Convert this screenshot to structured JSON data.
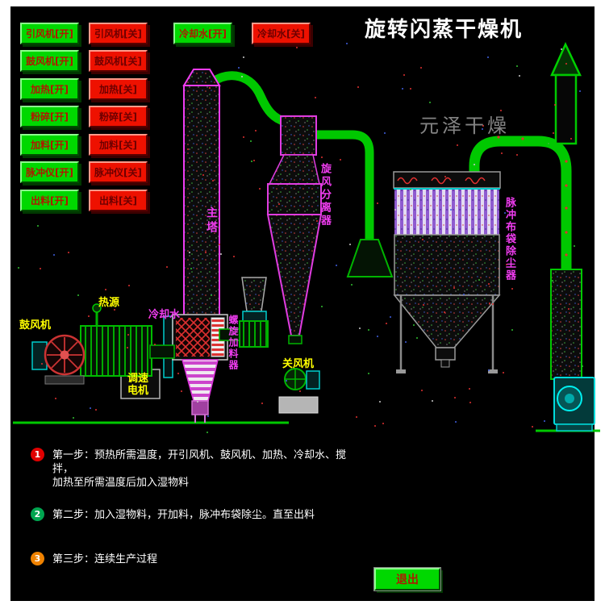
{
  "title": "旋转闪蒸干燥机",
  "watermark": "元泽干燥",
  "colors": {
    "button_green": "#00d800",
    "button_red": "#ee1100",
    "pipe_green": "#00c800",
    "magenta": "#f03cf0",
    "label_yellow": "#ffff00",
    "watermark_gray": "#9c9c9c",
    "step_badge_1": "#e00000",
    "step_badge_2": "#00a550",
    "step_badge_3": "#ef8200"
  },
  "controls": {
    "rows": [
      {
        "on": "引风机[开]",
        "off": "引风机[关]"
      },
      {
        "on": "鼓风机[开]",
        "off": "鼓风机[关]"
      },
      {
        "on": "加热[开]",
        "off": "加热[关]"
      },
      {
        "on": "粉碎[开]",
        "off": "粉碎[关]"
      },
      {
        "on": "加料[开]",
        "off": "加料[关]"
      },
      {
        "on": "脉冲仪[开]",
        "off": "脉冲仪[关]"
      },
      {
        "on": "出料[开]",
        "off": "出料[关]"
      }
    ],
    "cooling_on": "冷却水[开]",
    "cooling_off": "冷却水[关]"
  },
  "diagram": {
    "labels": {
      "tower": "主塔",
      "cyclone": "旋风分离器",
      "bag_filter": "脉冲布袋除尘器",
      "heat_source": "热源",
      "cooling_water": "冷却水",
      "blower": "鼓风机",
      "speed_motor": "调速电机",
      "screw_feeder": "螺旋加料器",
      "rotary_valve": "关风机"
    }
  },
  "steps": [
    {
      "num": "1",
      "color": "#e00000",
      "text": "第一步：预热所需温度，开引风机、鼓风机、加热、冷却水、搅\n拌，\n加热至所需温度后加入湿物料"
    },
    {
      "num": "2",
      "color": "#00a550",
      "text": "第二步：加入湿物料，开加料，脉冲布袋除尘。直至出料"
    },
    {
      "num": "3",
      "color": "#ef8200",
      "text": "第三步：连续生产过程"
    }
  ],
  "exit_label": "退出"
}
